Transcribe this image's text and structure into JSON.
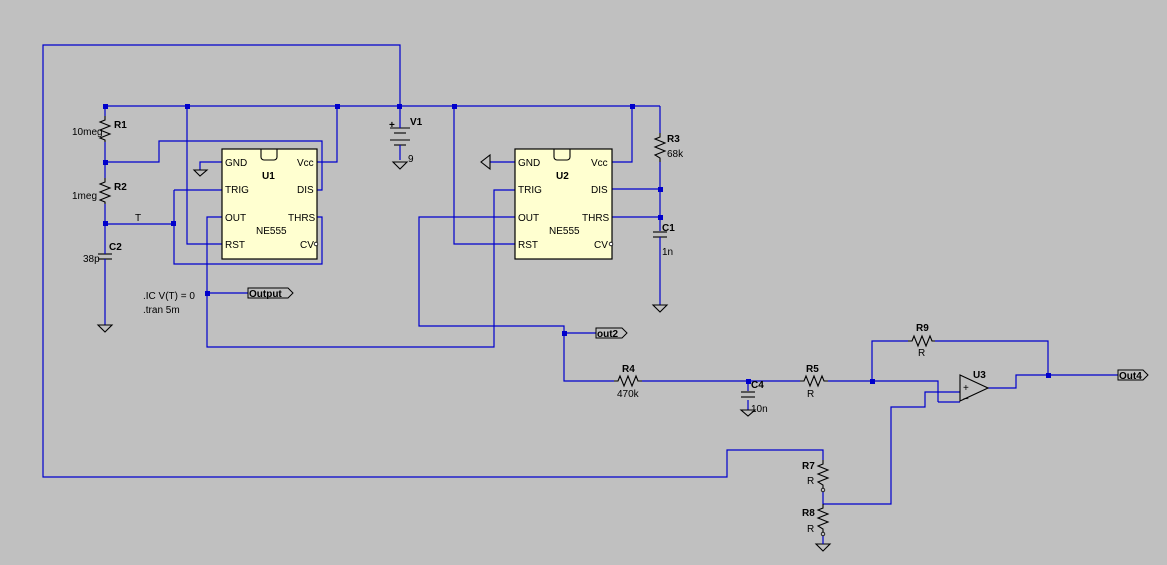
{
  "components": {
    "U1": {
      "ref": "U1",
      "model": "NE555"
    },
    "U2": {
      "ref": "U2",
      "model": "NE555"
    },
    "U3": {
      "ref": "U3"
    },
    "R1": {
      "ref": "R1",
      "value": "10meg"
    },
    "R2": {
      "ref": "R2",
      "value": "1meg"
    },
    "R3": {
      "ref": "R3",
      "value": "68k"
    },
    "R4": {
      "ref": "R4",
      "value": "470k"
    },
    "R5": {
      "ref": "R5",
      "value": "R"
    },
    "R7": {
      "ref": "R7",
      "value": "R"
    },
    "R8": {
      "ref": "R8",
      "value": "R"
    },
    "R9": {
      "ref": "R9",
      "value": "R"
    },
    "C1": {
      "ref": "C1",
      "value": "1n"
    },
    "C2": {
      "ref": "C2",
      "value": "38p"
    },
    "C4": {
      "ref": "C4",
      "value": "10n"
    },
    "V1": {
      "ref": "V1",
      "value": "9"
    }
  },
  "pins": {
    "gnd": "GND",
    "vcc": "Vcc",
    "trig": "TRIG",
    "dis": "DIS",
    "out": "OUT",
    "thrs": "THRS",
    "rst": "RST",
    "cv": "CV"
  },
  "nets": {
    "t": "T",
    "output": "Output",
    "out2": "out2",
    "out4": "Out4"
  },
  "directives": {
    "ic": ".IC V(T) = 0",
    "tran": ".tran 5m"
  },
  "colors": {
    "background": "#c0c0c0",
    "wire": "#0000cc",
    "chip_fill": "#ffffd0"
  }
}
